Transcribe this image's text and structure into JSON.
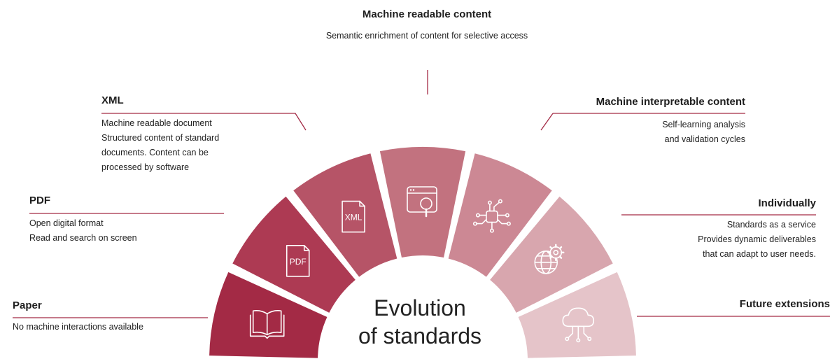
{
  "title": [
    "Evolution",
    "of standards"
  ],
  "segments": [
    {
      "id": "paper",
      "color": "#a32a45",
      "icon": "book-icon"
    },
    {
      "id": "pdf",
      "color": "#ad3a53",
      "icon": "pdf-doc-icon",
      "icon_text": "PDF"
    },
    {
      "id": "xml",
      "color": "#b65467",
      "icon": "xml-doc-icon",
      "icon_text": "XML"
    },
    {
      "id": "machine-readable",
      "color": "#c2727f",
      "icon": "browser-search-icon"
    },
    {
      "id": "machine-interpretable",
      "color": "#cc8894",
      "icon": "circuit-icon"
    },
    {
      "id": "individually",
      "color": "#d8a6ae",
      "icon": "globe-gear-icon"
    },
    {
      "id": "future",
      "color": "#e5c4c9",
      "icon": "cloud-network-icon"
    }
  ],
  "labels": {
    "paper": {
      "title": "Paper",
      "lines": [
        "No machine interactions available"
      ]
    },
    "pdf": {
      "title": "PDF",
      "lines": [
        "Open digital format",
        "Read and search on screen"
      ]
    },
    "xml": {
      "title": "XML",
      "lines": [
        "Machine readable document",
        "Structured content of standard",
        "documents. Content can be",
        "processed by software"
      ]
    },
    "machine_readable": {
      "title": "Machine readable content",
      "lines": [
        "Semantic enrichment of content for selective access"
      ]
    },
    "machine_interpretable": {
      "title": "Machine interpretable content",
      "lines": [
        "Self-learning analysis",
        "and validation cycles"
      ]
    },
    "individually": {
      "title": "Individually",
      "lines": [
        "Standards as a service",
        "Provides dynamic deliverables",
        "that can adapt to user needs."
      ]
    },
    "future": {
      "title": "Future extensions",
      "lines": []
    }
  },
  "colors": {
    "line": "#a32a45",
    "text": "#222222"
  }
}
